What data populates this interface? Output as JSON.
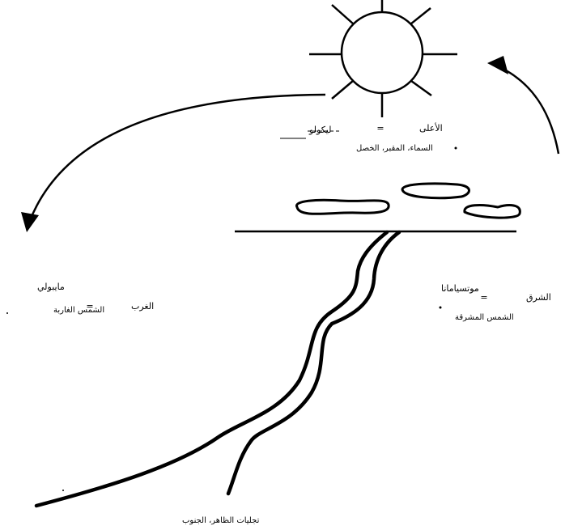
{
  "diagram": {
    "top": {
      "term": "ليكولو",
      "direction": "الأعلى",
      "description": "السماء، المقبر، الخصل"
    },
    "east": {
      "term": "موتسيامانا",
      "direction": "الشرق",
      "description": "الشمس المشرقة"
    },
    "west": {
      "term": "مايبولي",
      "direction": "الغرب",
      "description": "الشمس الغاربة"
    },
    "south": {
      "description": "تجليات الظاهر، الجنوب"
    },
    "colors": {
      "ink": "#000000",
      "background": "#ffffff"
    }
  }
}
